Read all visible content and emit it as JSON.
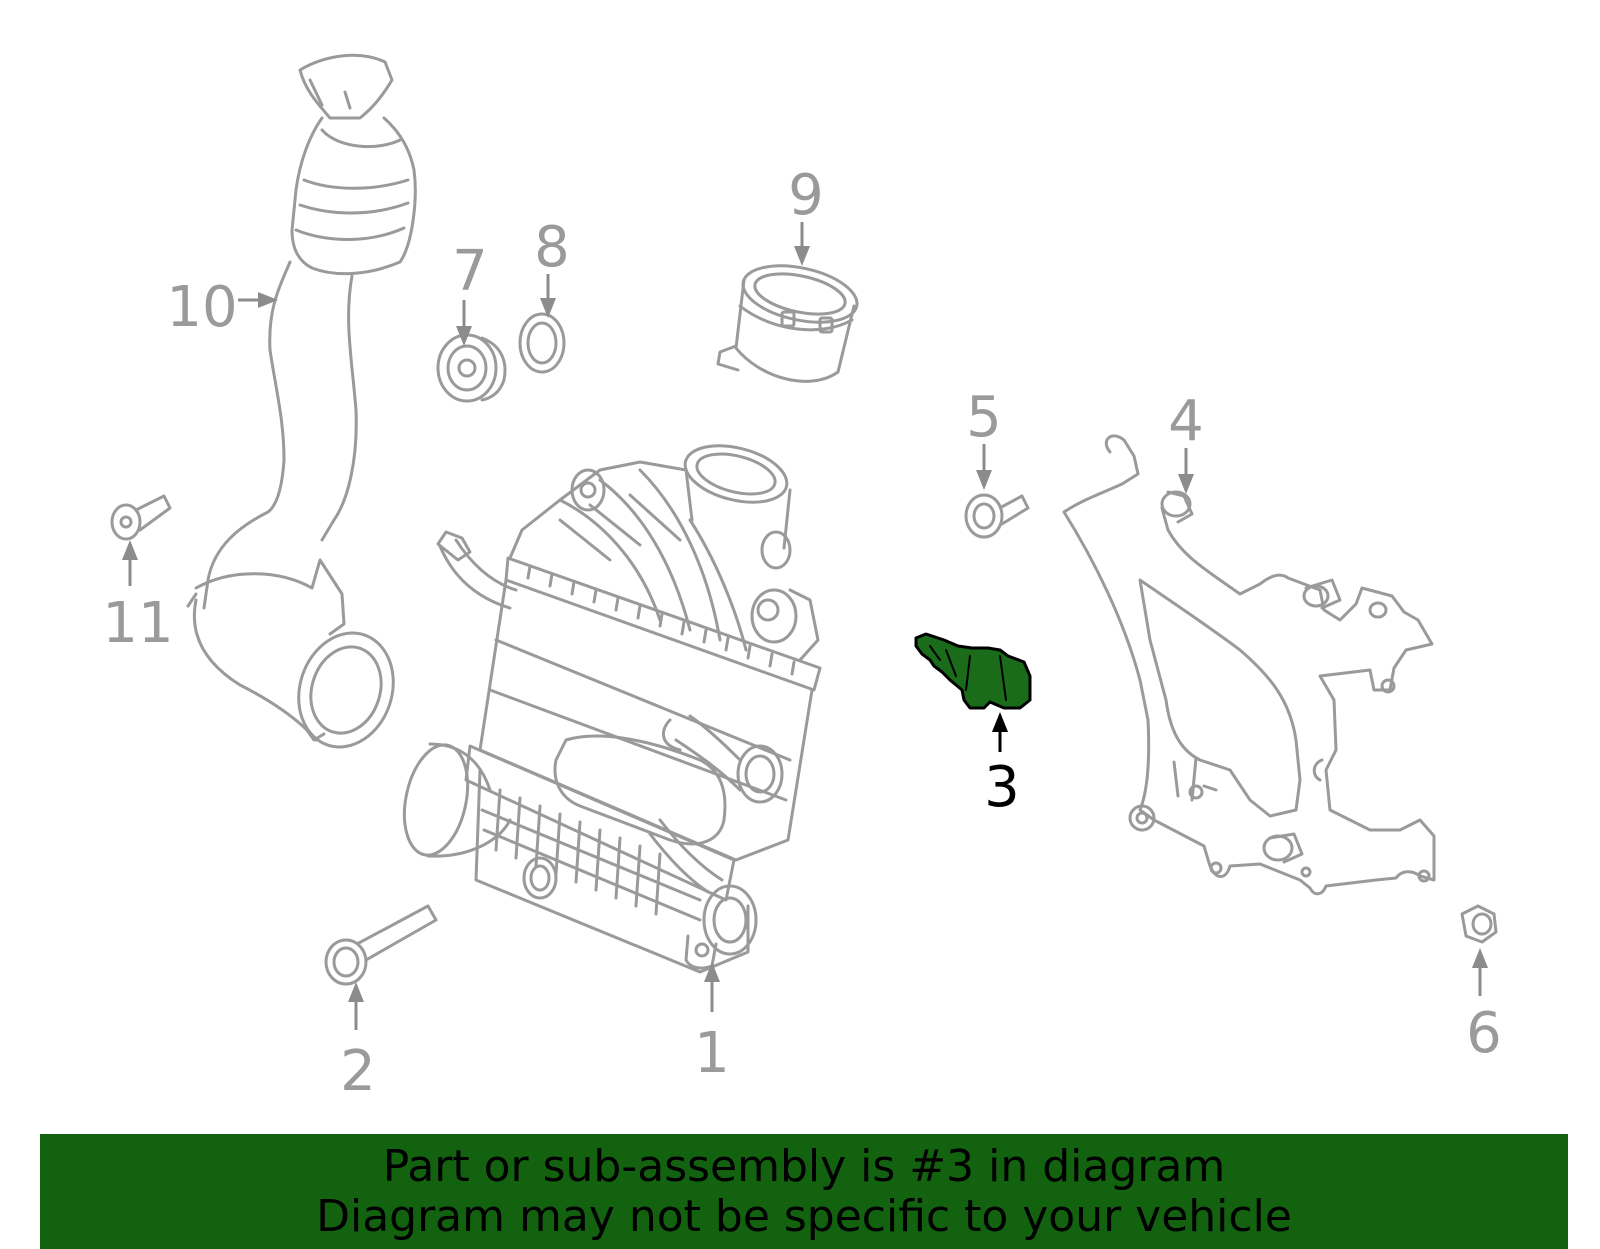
{
  "callouts": {
    "c1": "1",
    "c2": "2",
    "c3": "3",
    "c4": "4",
    "c5": "5",
    "c6": "6",
    "c7": "7",
    "c8": "8",
    "c9": "9",
    "c10": "10",
    "c11": "11"
  },
  "highlighted_callout": "3",
  "banner": {
    "line1": "Part or sub-assembly is #3 in diagram",
    "line2": "Diagram may not be specific to your vehicle",
    "color": "#12620f"
  },
  "colors": {
    "part_outline": "#9a9a9a",
    "highlight_part": "#1a6b1a",
    "highlight_label": "#000000"
  }
}
